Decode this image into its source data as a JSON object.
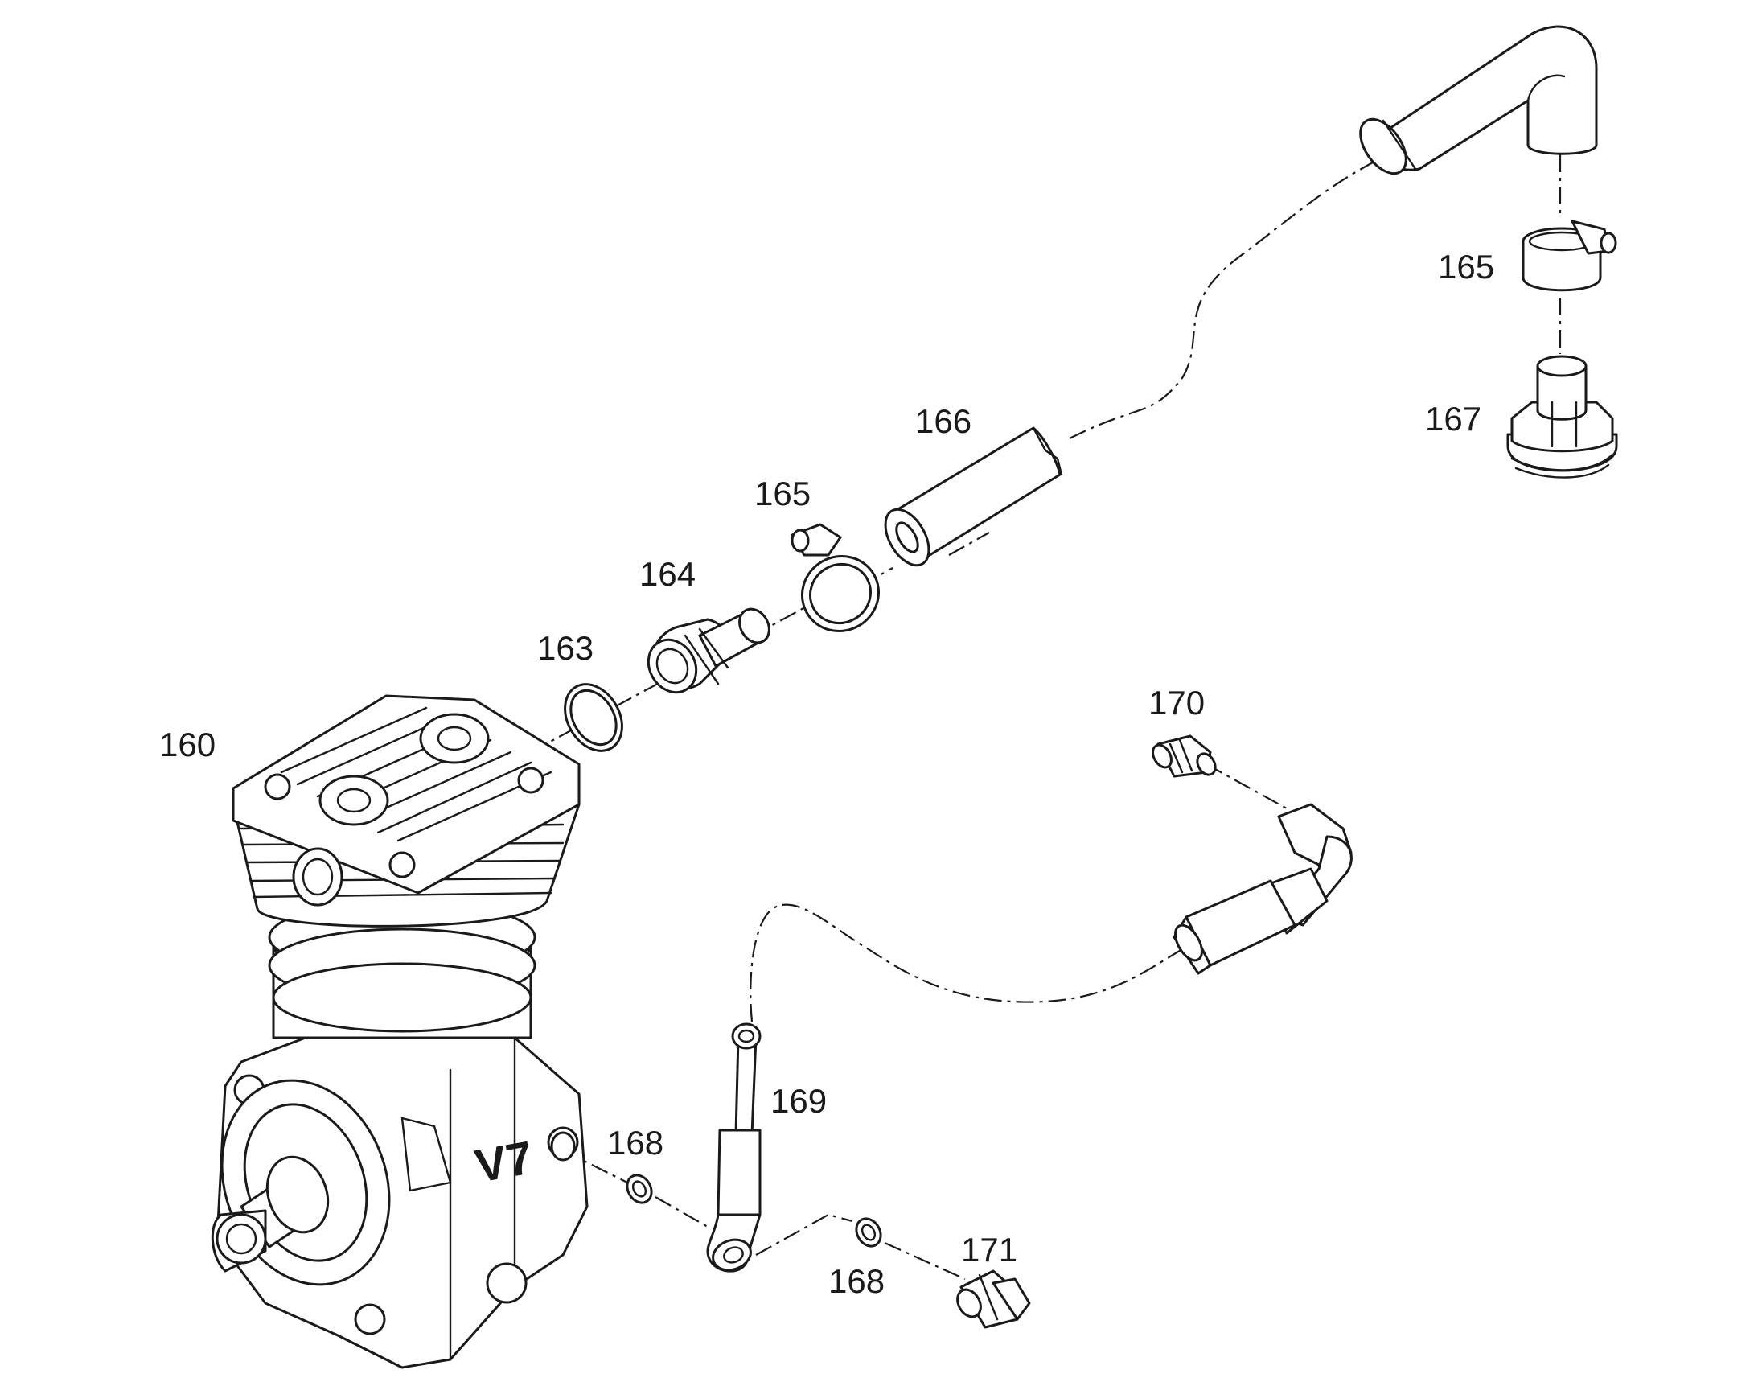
{
  "callouts": {
    "c160": "160",
    "c163": "163",
    "c164": "164",
    "c165a": "165",
    "c165b": "165",
    "c166": "166",
    "c167": "167",
    "c168a": "168",
    "c168b": "168",
    "c169": "169",
    "c170": "170",
    "c171": "171"
  },
  "marking": "V7"
}
